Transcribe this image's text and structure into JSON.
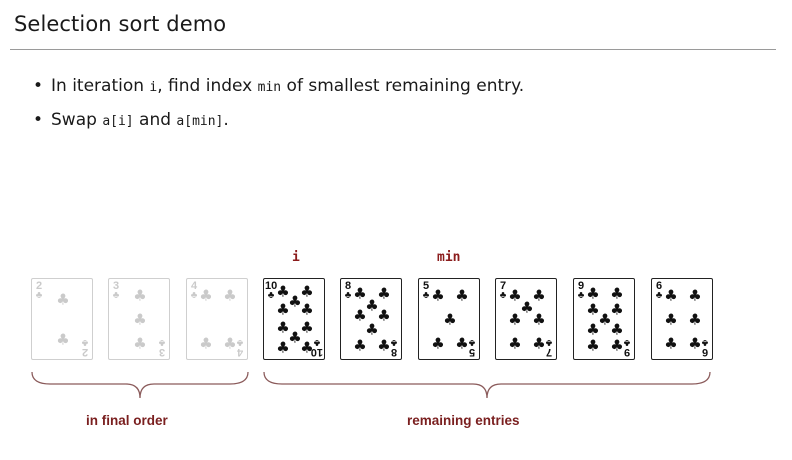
{
  "slide": {
    "title": "Selection sort demo",
    "bullet1": {
      "pre": "In iteration ",
      "code1": "i",
      "mid": ", find index ",
      "code2": "min",
      "post": " of smallest remaining entry."
    },
    "bullet2": {
      "pre": "Swap ",
      "code1": "a[i]",
      "mid": " and ",
      "code2": "a[min]",
      "post": "."
    }
  },
  "pointers": {
    "i_label": "i",
    "min_label": "min"
  },
  "cards": [
    {
      "rank": "2",
      "suit": "♣",
      "state": "done"
    },
    {
      "rank": "3",
      "suit": "♣",
      "state": "done"
    },
    {
      "rank": "4",
      "suit": "♣",
      "state": "done"
    },
    {
      "rank": "10",
      "suit": "♣",
      "state": "active"
    },
    {
      "rank": "8",
      "suit": "♣",
      "state": "active"
    },
    {
      "rank": "5",
      "suit": "♣",
      "state": "active"
    },
    {
      "rank": "7",
      "suit": "♣",
      "state": "active"
    },
    {
      "rank": "9",
      "suit": "♣",
      "state": "active"
    },
    {
      "rank": "6",
      "suit": "♣",
      "state": "active"
    }
  ],
  "groups": {
    "final_label": "in final order",
    "remaining_label": "remaining entries"
  },
  "colors": {
    "accent": "#8b1c1c",
    "active_card": "#111111",
    "done_card": "#cacaca"
  }
}
